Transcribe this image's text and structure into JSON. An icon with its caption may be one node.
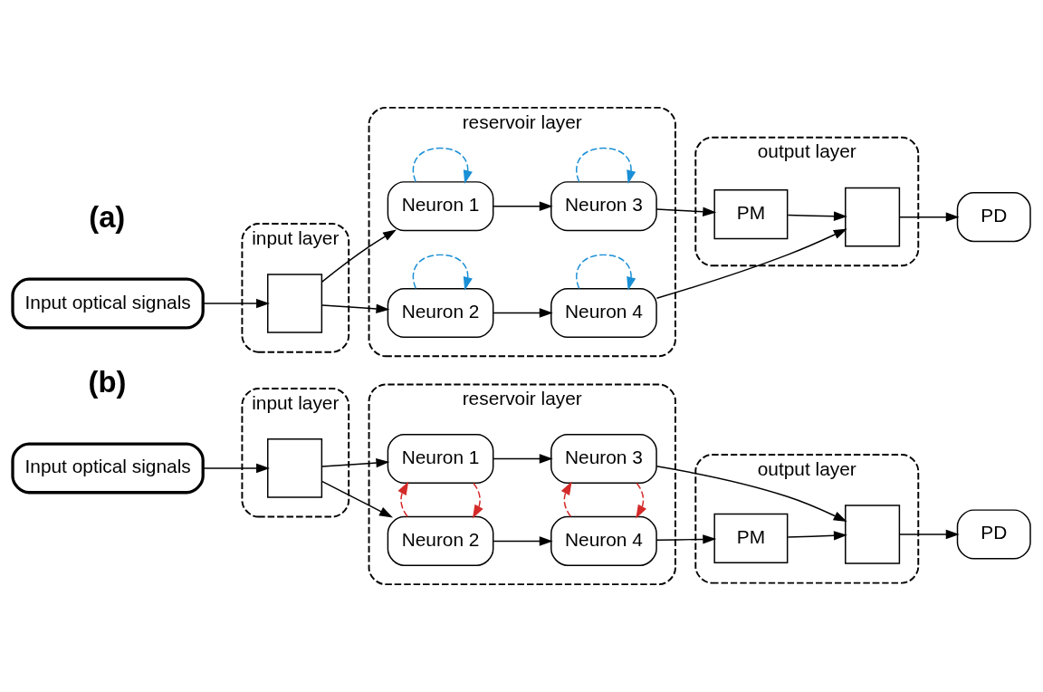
{
  "diagram": {
    "nodes": [
      {
        "text": [
          "Input optical signals"
        ]
      },
      {
        "text": [
          "input layer"
        ]
      },
      {
        "text": [],
        "shape": "box",
        "in": 1
      },
      {
        "text": [
          "reservoir layer"
        ]
      },
      {
        "text": [
          "Neuron 1"
        ],
        "in": 3
      },
      {
        "text": [
          "Neuron 3"
        ],
        "in": 3
      },
      {
        "text": [
          "Neuron 2"
        ],
        "in": 3
      },
      {
        "text": [
          "Neuron 4"
        ],
        "in": 3
      },
      {
        "text": [
          "output layer"
        ]
      },
      {
        "text": [
          "PM"
        ],
        "in": 8
      },
      {
        "text": [],
        "shape": "box",
        "in": 8
      },
      {
        "text": [
          "PD"
        ]
      },
      {
        "text": [
          "Input optical signals"
        ]
      },
      {
        "text": [
          "input layer"
        ]
      },
      {
        "text": [],
        "shape": "box",
        "in": 13
      },
      {
        "text": [
          "reservoir layer"
        ]
      },
      {
        "text": [
          "Neuron 1"
        ],
        "in": 15
      },
      {
        "text": [
          "Neuron 3"
        ],
        "in": 15
      },
      {
        "text": [
          "Neuron 2"
        ],
        "in": 15
      },
      {
        "text": [
          "Neuron 4"
        ],
        "in": 15
      },
      {
        "text": [
          "output layer"
        ]
      },
      {
        "text": [],
        "shape": "box",
        "in": 20
      },
      {
        "text": [
          "PM"
        ],
        "in": 20
      },
      {
        "text": [
          "PD"
        ]
      }
    ],
    "edges": [
      {
        "from": 0,
        "to": 2,
        "arrow": "to"
      },
      {
        "from": 2,
        "to": 4,
        "arrow": "to"
      },
      {
        "from": 2,
        "to": 6,
        "arrow": "to"
      },
      {
        "from": 4,
        "to": 5,
        "arrow": "to"
      },
      {
        "from": 6,
        "to": 7,
        "arrow": "to"
      },
      {
        "from": 4,
        "to": 4,
        "arrow": "to",
        "style": "dashed",
        "color": "#1a8fd6"
      },
      {
        "from": 5,
        "to": 5,
        "arrow": "to",
        "style": "dashed",
        "color": "#1a8fd6"
      },
      {
        "from": 6,
        "to": 6,
        "arrow": "to",
        "style": "dashed",
        "color": "#1a8fd6"
      },
      {
        "from": 7,
        "to": 7,
        "arrow": "to",
        "style": "dashed",
        "color": "#1a8fd6"
      },
      {
        "from": 5,
        "to": 9,
        "arrow": "to"
      },
      {
        "from": 9,
        "to": 10,
        "arrow": "to"
      },
      {
        "from": 7,
        "to": 10,
        "arrow": "to"
      },
      {
        "from": 10,
        "to": 11,
        "arrow": "to"
      },
      {
        "from": 12,
        "to": 14,
        "arrow": "to"
      },
      {
        "from": 14,
        "to": 16,
        "arrow": "to"
      },
      {
        "from": 14,
        "to": 18,
        "arrow": "to"
      },
      {
        "from": 16,
        "to": 17,
        "arrow": "to"
      },
      {
        "from": 18,
        "to": 19,
        "arrow": "to"
      },
      {
        "from": 16,
        "to": 18,
        "arrow": "to",
        "style": "dashed",
        "color": "#d42a2a"
      },
      {
        "from": 18,
        "to": 16,
        "arrow": "to",
        "style": "dashed",
        "color": "#d42a2a"
      },
      {
        "from": 17,
        "to": 19,
        "arrow": "to",
        "style": "dashed",
        "color": "#d42a2a"
      },
      {
        "from": 19,
        "to": 17,
        "arrow": "to",
        "style": "dashed",
        "color": "#d42a2a"
      },
      {
        "from": 17,
        "to": 21,
        "arrow": "to"
      },
      {
        "from": 19,
        "to": 22,
        "arrow": "to"
      },
      {
        "from": 22,
        "to": 21,
        "arrow": "to"
      },
      {
        "from": 21,
        "to": 23,
        "arrow": "to"
      }
    ],
    "labels": [
      "(a)",
      "(b)"
    ]
  }
}
